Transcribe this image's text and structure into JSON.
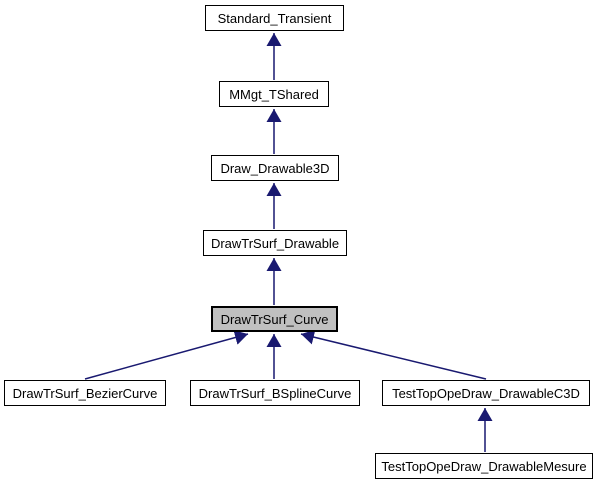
{
  "diagram": {
    "type": "class-inheritance-graph",
    "colors": {
      "edge": "#191970",
      "node_border": "#000000",
      "node_fill": "#ffffff",
      "highlight_fill": "#c0c0c0",
      "text": "#000000",
      "background": "#ffffff"
    },
    "nodes": {
      "standard_transient": {
        "label": "Standard_Transient",
        "highlighted": false
      },
      "mmgt_tshared": {
        "label": "MMgt_TShared",
        "highlighted": false
      },
      "draw_drawable3d": {
        "label": "Draw_Drawable3D",
        "highlighted": false
      },
      "drawtrsurf_drawable": {
        "label": "DrawTrSurf_Drawable",
        "highlighted": false
      },
      "drawtrsurf_curve": {
        "label": "DrawTrSurf_Curve",
        "highlighted": true
      },
      "drawtrsurf_beziercurve": {
        "label": "DrawTrSurf_BezierCurve",
        "highlighted": false
      },
      "drawtrsurf_bsplinecurve": {
        "label": "DrawTrSurf_BSplineCurve",
        "highlighted": false
      },
      "testtopopedraw_drawablec3d": {
        "label": "TestTopOpeDraw_DrawableC3D",
        "highlighted": false
      },
      "testtopopedraw_drawablemesure": {
        "label": "TestTopOpeDraw_DrawableMesure",
        "highlighted": false
      }
    },
    "edges": [
      {
        "from": "MMgt_TShared",
        "to": "Standard_Transient"
      },
      {
        "from": "Draw_Drawable3D",
        "to": "MMgt_TShared"
      },
      {
        "from": "DrawTrSurf_Drawable",
        "to": "Draw_Drawable3D"
      },
      {
        "from": "DrawTrSurf_Curve",
        "to": "DrawTrSurf_Drawable"
      },
      {
        "from": "DrawTrSurf_BezierCurve",
        "to": "DrawTrSurf_Curve"
      },
      {
        "from": "DrawTrSurf_BSplineCurve",
        "to": "DrawTrSurf_Curve"
      },
      {
        "from": "TestTopOpeDraw_DrawableC3D",
        "to": "DrawTrSurf_Curve"
      },
      {
        "from": "TestTopOpeDraw_DrawableMesure",
        "to": "TestTopOpeDraw_DrawableC3D"
      }
    ]
  }
}
